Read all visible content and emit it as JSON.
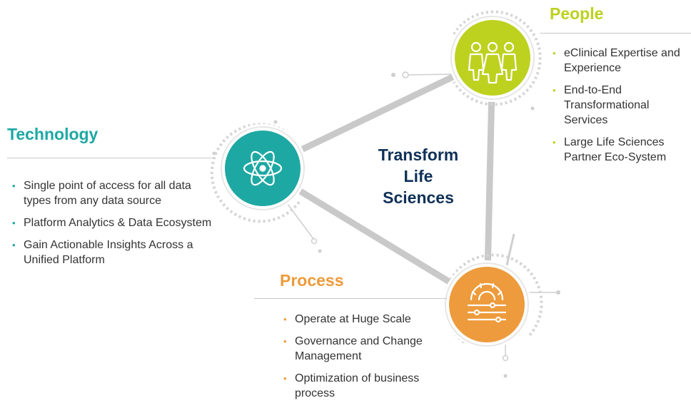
{
  "center_title": [
    "Transform",
    "Life",
    "Sciences"
  ],
  "colors": {
    "people": "#bdd11f",
    "technology": "#1ea8a3",
    "process": "#ed9b3c",
    "title": "#0f3157",
    "connector": "#c9c9c9"
  },
  "sections": {
    "people": {
      "heading": "People",
      "icon": "people-group-icon",
      "items": [
        "eClinical Expertise and Experience",
        "End-to-End Transformational Services",
        "Large Life Sciences Partner Eco-System"
      ]
    },
    "technology": {
      "heading": "Technology",
      "icon": "atom-icon",
      "items": [
        "Single point of access for all data types from any data source",
        "Platform Analytics & Data Ecosystem",
        "Gain Actionable Insights Across a Unified Platform"
      ]
    },
    "process": {
      "heading": "Process",
      "icon": "gear-sliders-icon",
      "items": [
        "Operate at Huge Scale",
        "Governance and Change Management",
        "Optimization of business process"
      ]
    }
  }
}
